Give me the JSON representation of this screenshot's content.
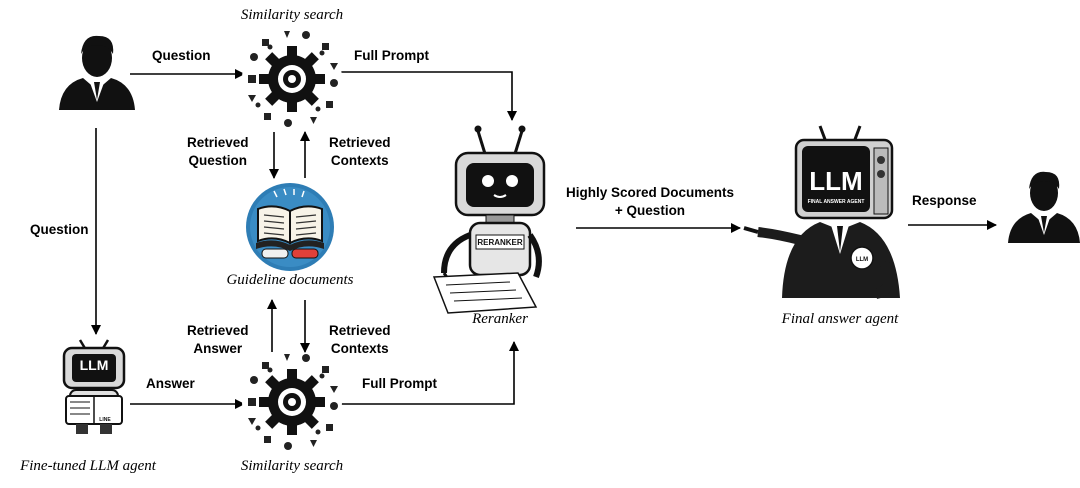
{
  "captions": {
    "top_search": "Similarity search",
    "bottom_search": "Similarity search",
    "guideline_docs": "Guideline documents",
    "reranker": "Reranker",
    "final_agent": "Final answer agent",
    "finetuned_agent": "Fine-tuned LLM agent"
  },
  "edge_labels": {
    "question_top": "Question",
    "full_prompt_top": "Full Prompt",
    "retrieved_question_1": "Retrieved",
    "retrieved_question_2": "Question",
    "retrieved_contexts_top_1": "Retrieved",
    "retrieved_contexts_top_2": "Contexts",
    "question_left": "Question",
    "retrieved_answer_1": "Retrieved",
    "retrieved_answer_2": "Answer",
    "retrieved_contexts_bottom_1": "Retrieved",
    "retrieved_contexts_bottom_2": "Contexts",
    "answer": "Answer",
    "full_prompt_bottom": "Full Prompt",
    "highly_scored_1": "Highly Scored Documents",
    "highly_scored_2": "+ Question",
    "response": "Response"
  },
  "embedded_text": {
    "reranker_badge": "RERANKER",
    "llm_screen": "LLM",
    "final_agent_subtitle": "FINAL ANSWER AGENT",
    "llm_badge": "LLM",
    "small_llm_screen": "LLM",
    "book_label": "LINE"
  },
  "colors": {
    "line": "#000000",
    "book_circle": "#2e7db5",
    "suit": "#1c1c1c"
  }
}
